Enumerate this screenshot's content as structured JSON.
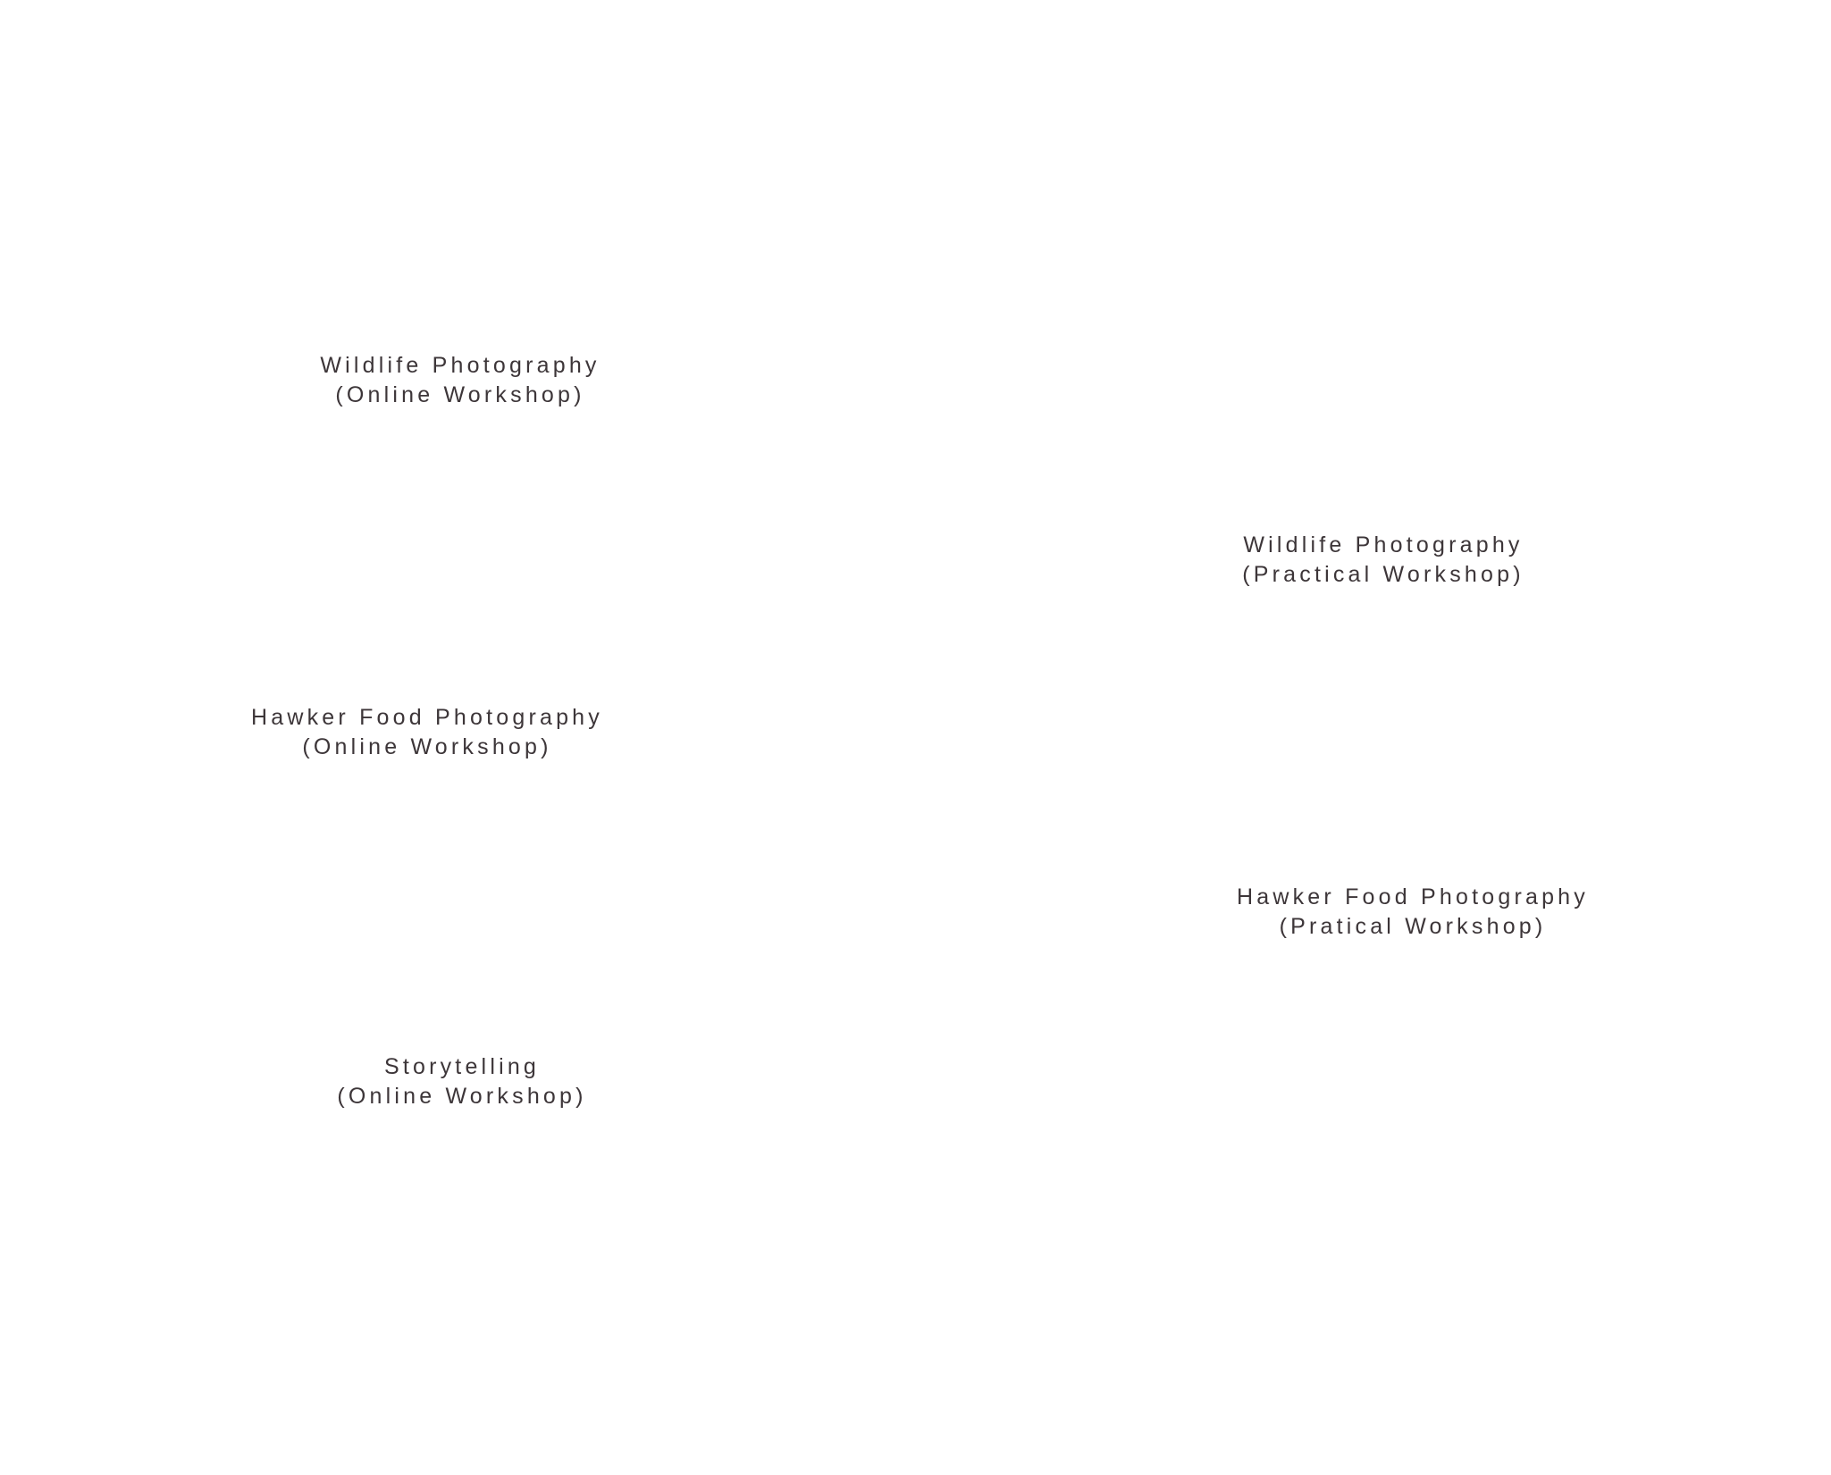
{
  "workshops": [
    {
      "title": "Wildlife Photography",
      "subtitle": "(Online Workshop)"
    },
    {
      "title": "Wildlife Photography",
      "subtitle": "(Practical Workshop)"
    },
    {
      "title": "Hawker Food Photography",
      "subtitle": "(Online Workshop)"
    },
    {
      "title": "Hawker Food Photography",
      "subtitle": "(Pratical Workshop)"
    },
    {
      "title": "Storytelling",
      "subtitle": "(Online Workshop)"
    }
  ]
}
